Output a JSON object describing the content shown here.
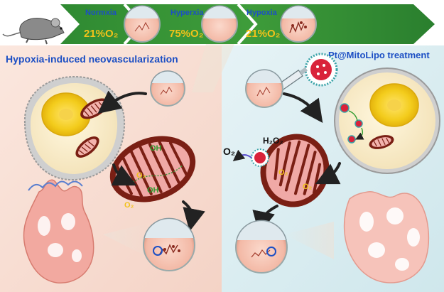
{
  "timeline": {
    "stages": [
      {
        "name": "Normxia",
        "oxygen": "21%O₂"
      },
      {
        "name": "Hyperxia",
        "oxygen": "75%O₂"
      },
      {
        "name": "Hypoxia",
        "oxygen": "21%O₂"
      }
    ]
  },
  "left_panel": {
    "title": "Hypoxia-induced neovascularization",
    "labels": {
      "oh_top": "OH",
      "o2_mid": "O₂",
      "oh_mid": "OH",
      "o2_low": "O₂"
    }
  },
  "right_panel": {
    "title": "Pt@MitoLipo treatment",
    "labels": {
      "h2o2": "H₂O₂",
      "o2_big": "O₂",
      "o2_a": "O₂",
      "o2_b": "O₂"
    }
  },
  "colors": {
    "title_blue": "#1c4fc4",
    "banner_green": "#2e8b2e",
    "oxygen_yellow": "#f2c21a",
    "mito_red": "#7a1f14",
    "vessel_pink": "#f2a9a0",
    "left_bg": "#f7ddd2",
    "right_bg": "#dceef2"
  },
  "icons": [
    "mouse-icon",
    "eye-icon",
    "cell-icon",
    "mitochondrion-icon",
    "syringe-icon",
    "liposome-icon",
    "arrow-icon",
    "vessel-network-icon"
  ]
}
